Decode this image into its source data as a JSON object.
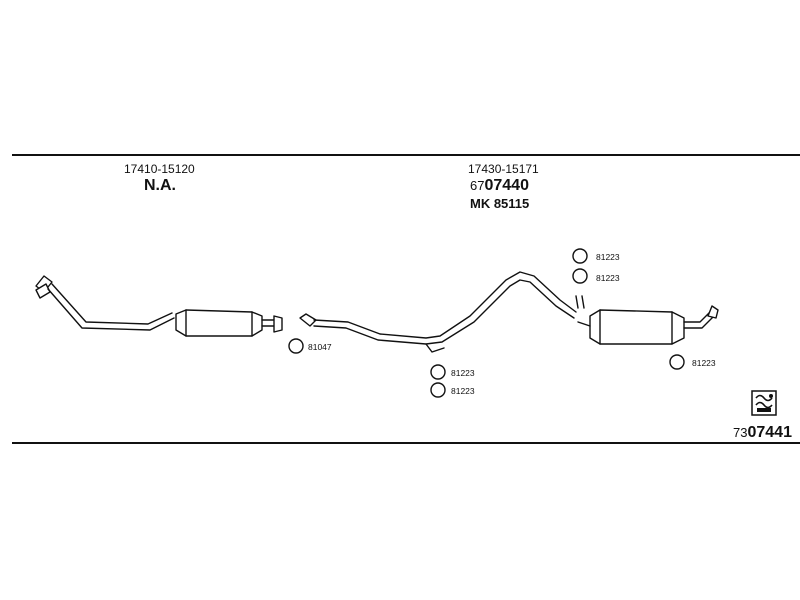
{
  "sections": {
    "front": {
      "part_number": "17410-15120",
      "status": "N.A."
    },
    "rear": {
      "part_number": "17430-15171",
      "kit_prefix": "67",
      "kit_main": "07440",
      "mk_label": "MK 85115"
    }
  },
  "gaskets": {
    "front_mid": "81047",
    "mid_lower_1": "81223",
    "mid_lower_2": "81223",
    "rear_upper_1": "81223",
    "rear_upper_2": "81223",
    "rear_tail": "81223"
  },
  "footer": {
    "ref_prefix": "73",
    "ref_main": "07441",
    "logo_icon": "catalog-logo-icon"
  }
}
